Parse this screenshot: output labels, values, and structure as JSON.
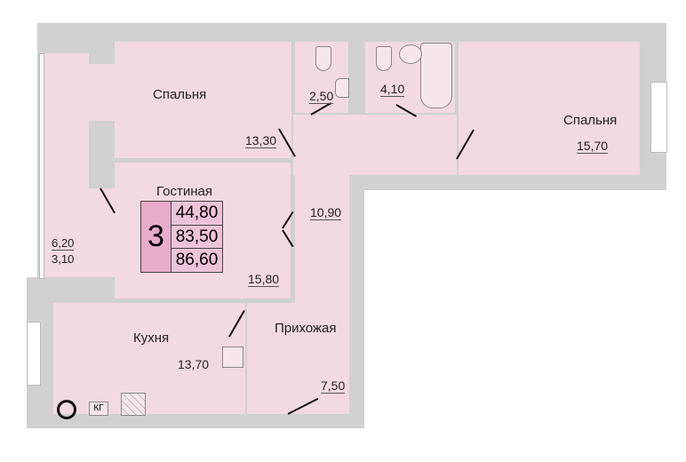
{
  "plan": {
    "rooms": [
      {
        "name": "Спальня",
        "area": "13,30"
      },
      {
        "name": "Спальня",
        "area": "15,70"
      },
      {
        "name": "Гостиная",
        "area": "15,80"
      },
      {
        "name": "Кухня",
        "area": "13,70"
      },
      {
        "name": "Прихожая",
        "area": "7,50"
      }
    ],
    "corridor_area": "10,90",
    "bathroom_small_area": "2,50",
    "bathroom_large_area": "4,10",
    "balcony_area": "6,20",
    "balcony_area_reduced": "3,10",
    "info": {
      "rooms_count": "3",
      "living_area": "44,80",
      "total_area": "83,50",
      "total_with_balcony": "86,60"
    },
    "kitchen_gas_label": "КГ"
  },
  "colors": {
    "room": "#f3d9e2",
    "wall": "#d1d1d1",
    "badge": "#e8abc9"
  }
}
